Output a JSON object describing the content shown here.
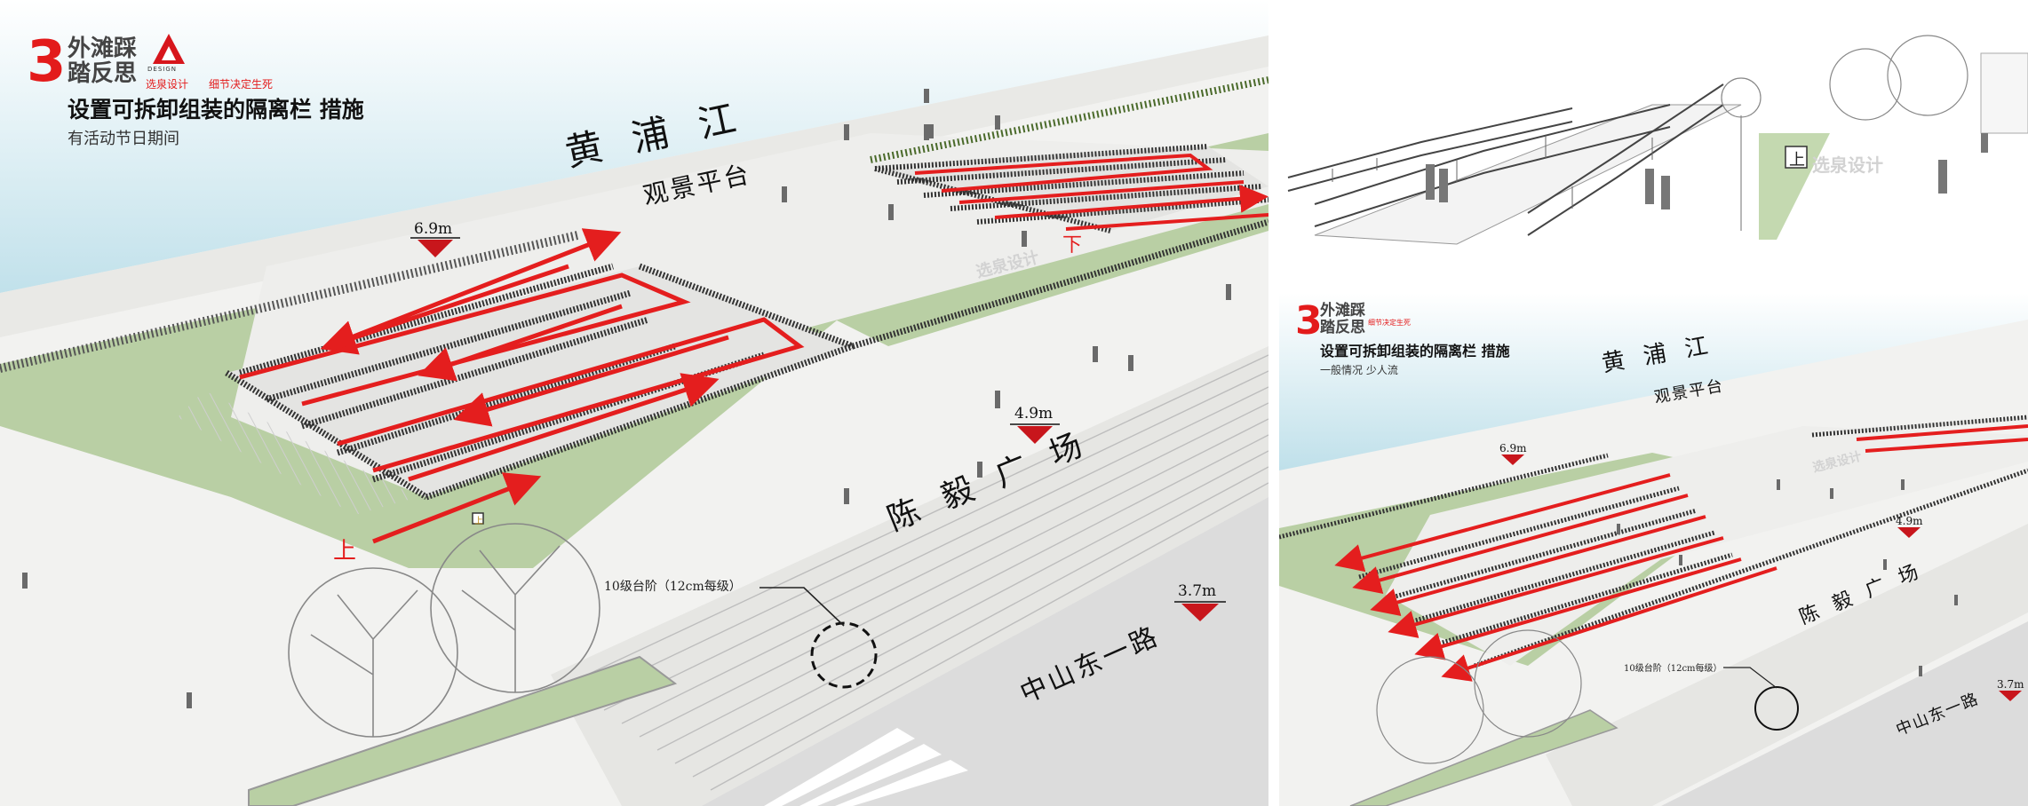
{
  "series": {
    "number": "3",
    "line1": "外滩踩",
    "line2": "踏反思"
  },
  "brand": {
    "name": "选泉设计",
    "slogan": "细节决定生死",
    "logo_text": "DESIGN"
  },
  "scenario_event": {
    "title": "设置可拆卸组装的隔离栏  措施",
    "subtitle": "有活动节日期间"
  },
  "scenario_normal": {
    "title": "设置可拆卸组装的隔离栏  措施",
    "subtitle": "一般情况  少人流"
  },
  "map_labels": {
    "river": "黄 浦 江",
    "platform": "观景平台",
    "plaza": "陈 毅 广 场",
    "road": "中山东一路",
    "up": "上",
    "down": "下"
  },
  "elevations": {
    "high": "6.9m",
    "mid": "4.9m",
    "low": "3.7m"
  },
  "annotation": {
    "steps": "10级台阶（12cm每级）"
  },
  "sign_glyph": "上",
  "colors": {
    "arrow_red": "#e41e1e",
    "lawn": "#b9cfa4",
    "water": "#cfe6ee",
    "rail": "#333333"
  }
}
